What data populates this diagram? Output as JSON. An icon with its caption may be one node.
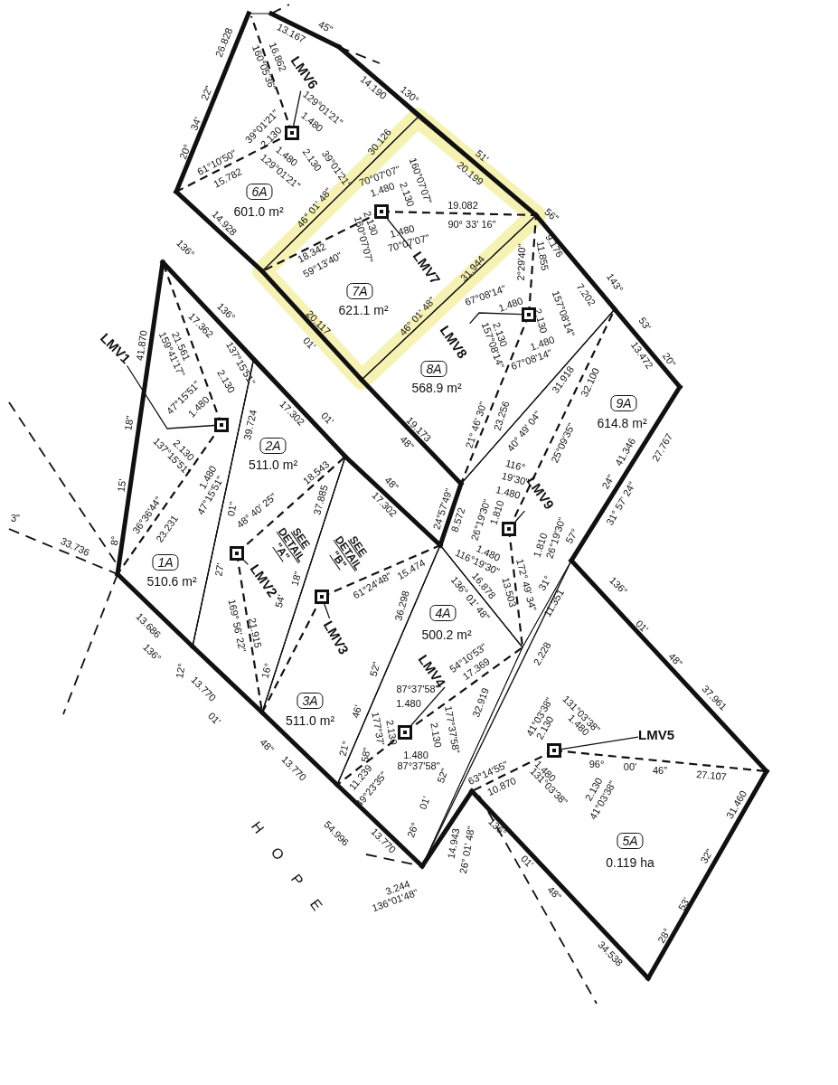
{
  "diagram": {
    "nodes": [
      {
        "text": [
          "6A",
          "601.0 m²"
        ]
      },
      {
        "text": [
          "7A",
          "621.1 m²"
        ]
      },
      {
        "text": [
          "8A",
          "568.9 m²"
        ]
      },
      {
        "text": [
          "9A",
          "614.8 m²"
        ]
      },
      {
        "text": [
          "1A",
          "510.6 m²"
        ]
      },
      {
        "text": [
          "2A",
          "511.0 m²"
        ]
      },
      {
        "text": [
          "3A",
          "511.0 m²"
        ]
      },
      {
        "text": [
          "4A",
          "500.2 m²"
        ]
      },
      {
        "text": [
          "5A",
          "0.119 ha"
        ]
      },
      {
        "text": [],
        "shape": "box",
        "in": 4
      },
      {
        "text": [
          "LMV1"
        ]
      },
      {
        "text": [],
        "shape": "box",
        "in": 5
      },
      {
        "text": [
          "LMV2"
        ],
        "in": 5
      },
      {
        "text": [],
        "shape": "box",
        "in": 6
      },
      {
        "text": [
          "LMV3"
        ],
        "in": 6
      },
      {
        "text": [],
        "shape": "box",
        "in": 7
      },
      {
        "text": [
          "LMV4"
        ],
        "in": 7
      },
      {
        "text": [],
        "shape": "box",
        "in": 8
      },
      {
        "text": [
          "LMV5"
        ],
        "in": 8
      },
      {
        "text": [],
        "shape": "box",
        "in": 0
      },
      {
        "text": [
          "LMV6"
        ],
        "in": 0
      },
      {
        "text": [],
        "shape": "box",
        "in": 1
      },
      {
        "text": [
          "LMV7"
        ],
        "in": 1
      },
      {
        "text": [],
        "shape": "box",
        "in": 2
      },
      {
        "text": [
          "LMV8"
        ],
        "in": 2
      },
      {
        "text": [],
        "shape": "box",
        "in": 3
      },
      {
        "text": [
          "LMV9"
        ],
        "in": 3
      }
    ],
    "edges": [
      {
        "from": 10,
        "to": 9,
        "arrow": "none"
      },
      {
        "from": 12,
        "to": 11,
        "arrow": "none"
      },
      {
        "from": 14,
        "to": 13,
        "arrow": "none"
      },
      {
        "from": 16,
        "to": 15,
        "arrow": "none"
      },
      {
        "from": 18,
        "to": 17,
        "arrow": "none"
      },
      {
        "from": 20,
        "to": 19,
        "arrow": "none"
      },
      {
        "from": 22,
        "to": 21,
        "arrow": "none"
      },
      {
        "from": 24,
        "to": 23,
        "arrow": "none"
      },
      {
        "from": 26,
        "to": 25,
        "arrow": "none"
      }
    ],
    "labels": [
      "45\"",
      "13.167",
      "26.828",
      "16.862",
      "160°05'36\"",
      "22\"",
      "14.190",
      "130°",
      "129°01'21\"",
      "1.480",
      "34'",
      "39°01'21\"",
      "2.130",
      "30.126",
      "20°",
      "51'",
      "1.480",
      "2.130",
      "61°10'50\"",
      "129°01'21\"",
      "39°01'21\"",
      "20.199",
      "70°07'07\"",
      "160°07'07\"",
      "15.782",
      "1.480",
      "2.130",
      "19.082",
      "46° 01' 48\"",
      "56\"",
      "14.928",
      "90° 33' 16\"",
      "2.130",
      "160°07'07\"",
      "1.480",
      "70°07'07\"",
      "9.176",
      "136°",
      "11.855",
      "2°29'40\"",
      "18.342",
      "31.944",
      "59°13'40\"",
      "143°",
      "7.202",
      "67°08'14\"",
      "1.480",
      "157°08'14\"",
      "46° 01' 48\"",
      "2.130",
      "136°",
      "17.362",
      "20.117",
      "53'",
      "2.130",
      "01'",
      "157°08'14\"",
      "1.480",
      "41.870",
      "21.561",
      "159°41'17\"",
      "137°15'51\"",
      "67°08'14\"",
      "13.472",
      "20\"",
      "2.130",
      "31.918",
      "32.100",
      "47°15'51\"",
      "1.480",
      "17.302",
      "01'",
      "21° 46' 30\"",
      "23.256",
      "18\"",
      "39.724",
      "19.173",
      "40° 49' 04\"",
      "41.346",
      "48\"",
      "25°09'35\"",
      "27.767",
      "2.130",
      "137°15'51\"",
      "116°",
      "18.543",
      "1.480",
      "19'30\"",
      "48\"",
      "24\"",
      "15'",
      "1.480",
      "47°15'51\"",
      "37.885",
      "01\"",
      "31° 57' 24\"",
      "17.302",
      "24°57'49\"",
      "48° 40' 25\"",
      "1.810",
      "36°36'44\"",
      "26°19'30\"",
      "8.572",
      "3\"",
      "23.231",
      "57°",
      "26°19'30\"",
      "1.810",
      "8°",
      "SEE DETAIL \"A\"",
      "33.736",
      "SEE DETAIL \"B\"",
      "1.480",
      "116°19'30\"",
      "27'",
      "18\"",
      "61°24'48\"",
      "15.474",
      "172° 49' 34\"",
      "31°",
      "16.878",
      "13.503",
      "136°",
      "36.298",
      "54'",
      "11.351",
      "136° 01' 48\"",
      "13.686",
      "169° 56' 22\"",
      "21.915",
      "01'",
      "136°",
      "2.228",
      "54°10'53\"",
      "48\"",
      "17.369",
      "16°",
      "12°",
      "52\"",
      "13.770",
      "87°37'58\"",
      "37.961",
      "1.480",
      "32.919",
      "46'",
      "01'",
      "131°03'38\"",
      "41°03'38\"",
      "1.480",
      "2.130",
      "2.130",
      "177°37'",
      "2.130",
      "177°37'58\"",
      "48\"",
      "21°",
      "58\"",
      "1.480",
      "96°",
      "87°37'58\"",
      "00'",
      "13.770",
      "46\"",
      "63°14'55\"",
      "1.480",
      "27.107",
      "52\"",
      "11.239",
      "10.870",
      "131°03'38\"",
      "49°23'35\"",
      "2.130",
      "41°03'38\"",
      "01'",
      "31.460",
      "13.770",
      "H O P E",
      "136°",
      "54.996",
      "26°",
      "14.943",
      "26° 01' 48\"",
      "32\"",
      "01'",
      "3.244",
      "48\"",
      "136°01'48\"",
      "53'",
      "28°",
      "34.538"
    ]
  }
}
